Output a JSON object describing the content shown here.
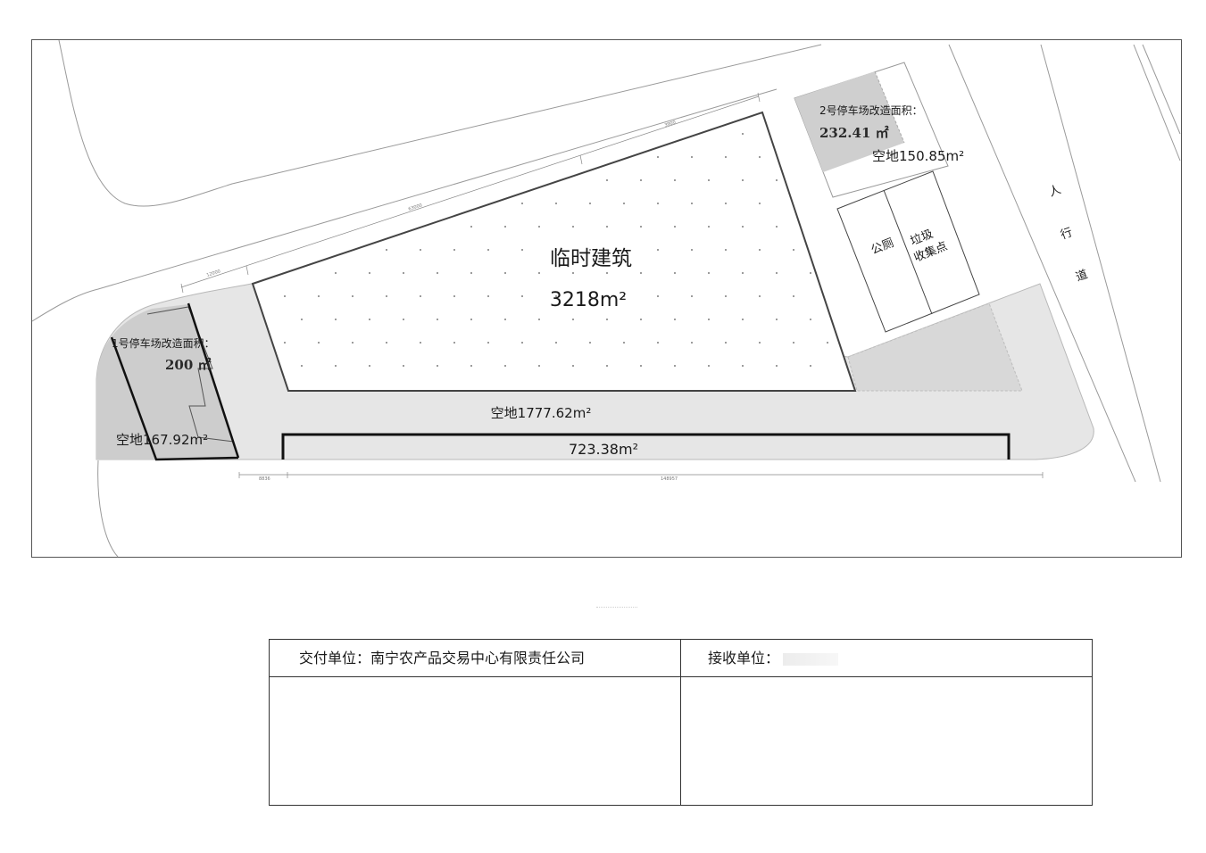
{
  "site_plan": {
    "temp_building": {
      "title": "临时建筑",
      "area": "3218m²"
    },
    "parking_1": {
      "label": "1号停车场改造面积：",
      "area": "200 ㎡"
    },
    "parking_2": {
      "label": "2号停车场改造面积：",
      "area": "232.41 ㎡"
    },
    "empty_lot_left": "空地167.92m²",
    "empty_lot_main": "空地1777.62m²",
    "empty_lot_right": "空地150.85m²",
    "strip_area": "723.38m²",
    "toilet": "公厕",
    "garbage_line1": "垃圾",
    "garbage_line2": "收集点",
    "sidewalk_chars": [
      "人",
      "行",
      "道"
    ],
    "dimensions": [
      "12000",
      "63000",
      "3900",
      "8836",
      "148957"
    ]
  },
  "handover": {
    "deliverer_label": "交付单位：南宁农产品交易中心有限责任公司",
    "receiver_label": "接收单位："
  },
  "colors": {
    "line": "#4a4a4a",
    "paved": "#e6e6e6",
    "parking": "#cdcdcd",
    "frame": "#555555"
  }
}
